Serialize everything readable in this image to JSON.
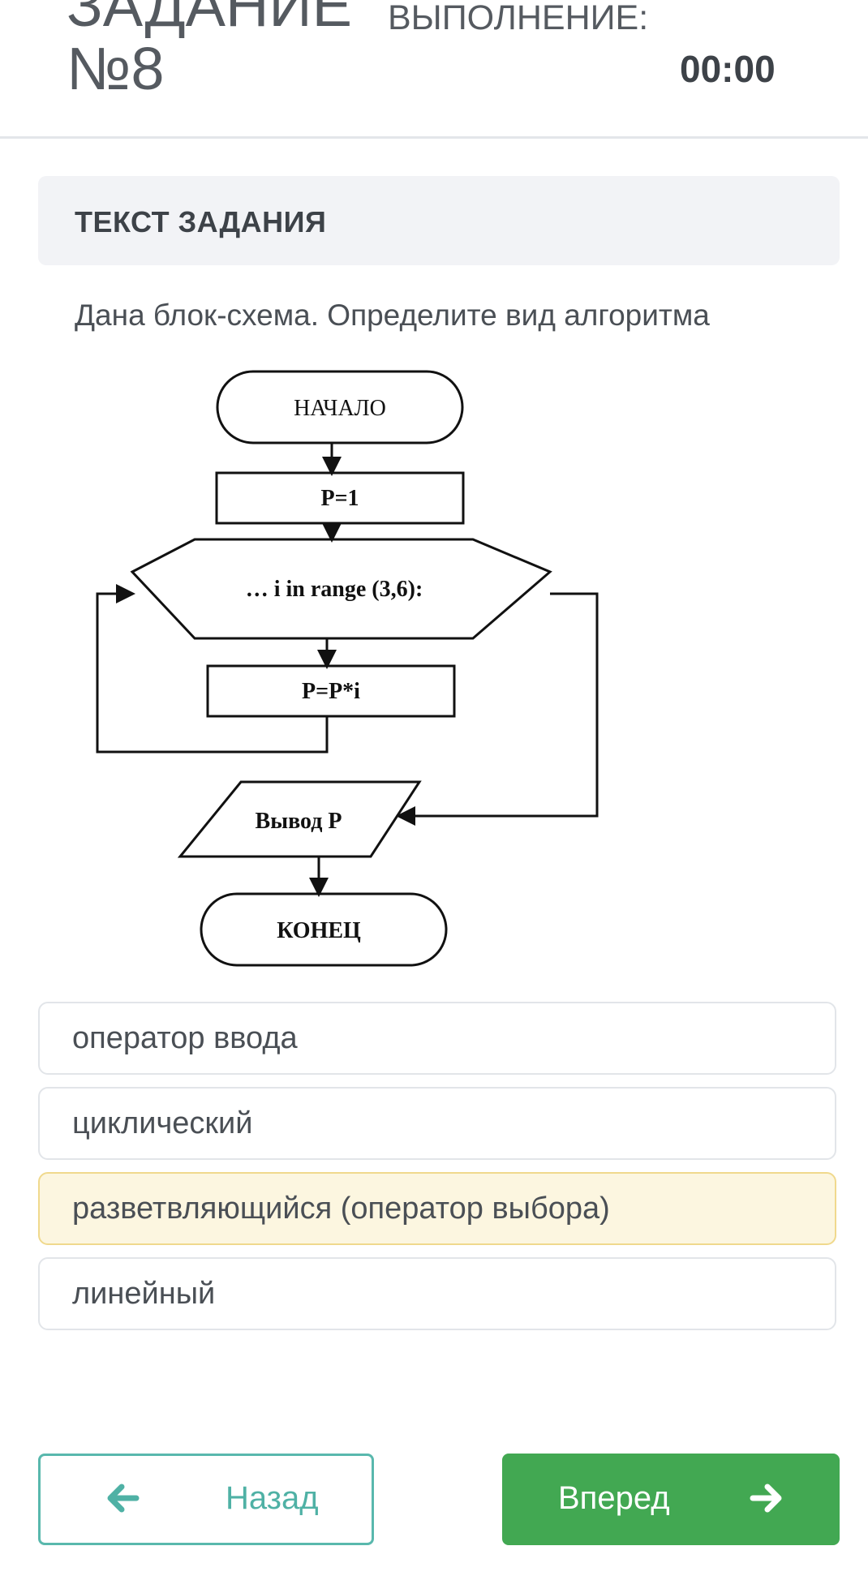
{
  "header": {
    "task_title_line1": "ЗАДАНИЕ",
    "task_title_line2": "№8",
    "execution_label": "ВЫПОЛНЕНИЕ:",
    "timer": "00:00"
  },
  "task": {
    "panel_title": "ТЕКСТ ЗАДАНИЯ",
    "question": "Дана блок-схема. Определите вид алгоритма"
  },
  "flowchart": {
    "start": "НАЧАЛО",
    "init": "P=1",
    "loop": "… i in range (3,6):",
    "body": "P=P*i",
    "output": "Вывод P",
    "end": "КОНЕЦ"
  },
  "options": [
    {
      "label": "оператор ввода",
      "selected": false
    },
    {
      "label": "циклический",
      "selected": false
    },
    {
      "label": "разветвляющийся (оператор выбора)",
      "selected": true
    },
    {
      "label": "линейный",
      "selected": false
    }
  ],
  "nav": {
    "back_label": "Назад",
    "next_label": "Вперед"
  },
  "colors": {
    "back_accent": "#59b8ad",
    "next_bg": "#42a852",
    "selected_bg": "#fcf6e0",
    "panel_bg": "#f2f3f6"
  },
  "icons": {
    "back": "arrow-left-icon",
    "next": "arrow-right-icon"
  }
}
